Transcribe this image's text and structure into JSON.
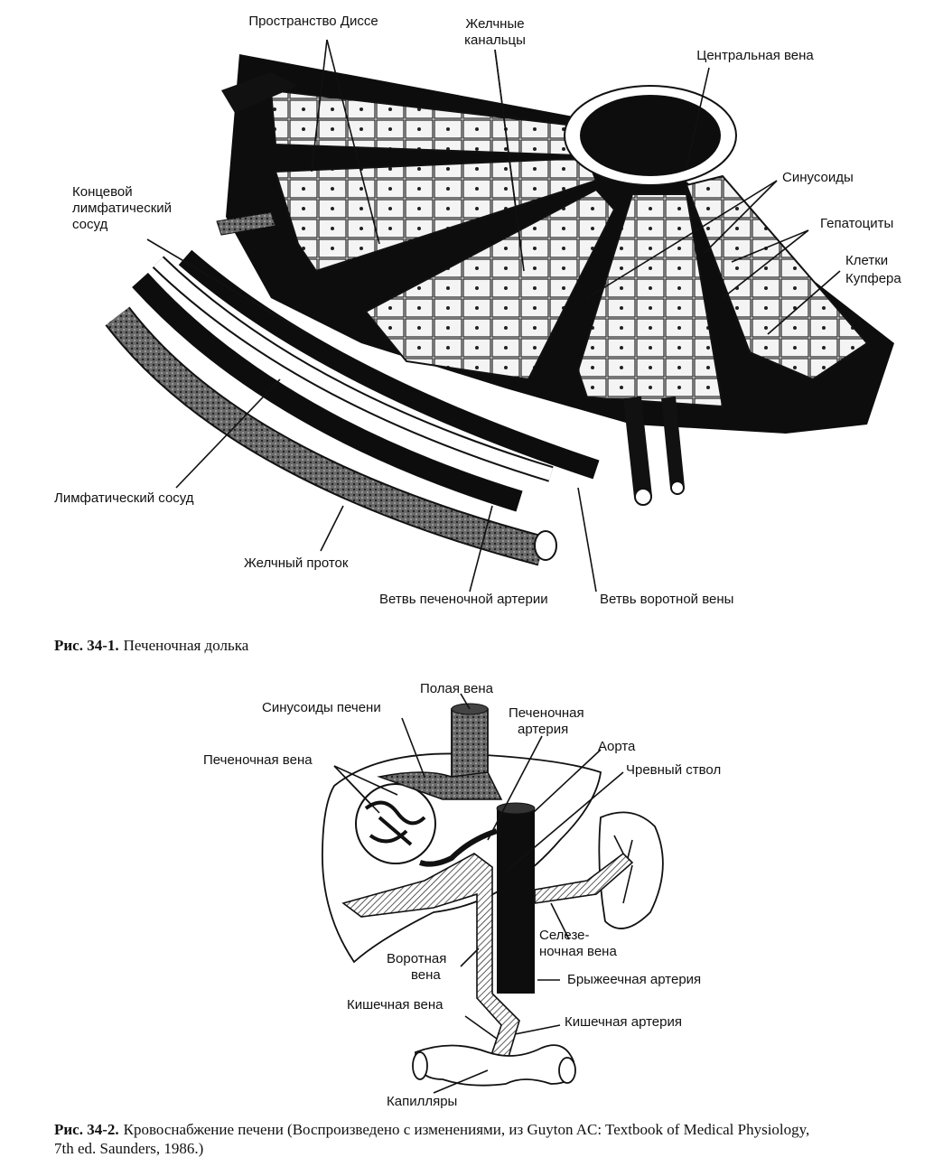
{
  "figure1": {
    "labels": {
      "disse": "Пространство Диссе",
      "canaliculi_1": "Желчные",
      "canaliculi_2": "канальцы",
      "central_vein": "Центральная вена",
      "terminal_lymph_1": "Концевой",
      "terminal_lymph_2": "лимфатический",
      "terminal_lymph_3": "сосуд",
      "sinusoids": "Синусоиды",
      "hepatocytes": "Гепатоциты",
      "kupffer_1": "Клетки",
      "kupffer_2": "Купфера",
      "lymph_vessel": "Лимфатический сосуд",
      "bile_duct": "Желчный проток",
      "hepatic_artery_branch": "Ветвь печеночной артерии",
      "portal_vein_branch": "Ветвь воротной вены"
    },
    "caption_number": "Рис. 34-1.",
    "caption_text": "Печеночная долька"
  },
  "figure2": {
    "labels": {
      "vena_cava": "Полая вена",
      "sinusoids": "Синусоиды печени",
      "hepatic_artery_1": "Печеночная",
      "hepatic_artery_2": "артерия",
      "aorta": "Аорта",
      "hepatic_vein": "Печеночная вена",
      "celiac_trunk": "Чревный ствол",
      "splenic_vein_1": "Селезе-",
      "splenic_vein_2": "ночная вена",
      "portal_vein_1": "Воротная",
      "portal_vein_2": "вена",
      "mesenteric_artery": "Брыжеечная артерия",
      "intestinal_vein": "Кишечная вена",
      "intestinal_artery": "Кишечная артерия",
      "capillaries": "Капилляры"
    },
    "caption_number": "Рис. 34-2.",
    "caption_line1": "Кровоснабжение печени (Воспроизведено с изменениями, из Guyton AC: Textbook of Medical Physiology,",
    "caption_line2": "7th ed. Saunders, 1986.)"
  }
}
